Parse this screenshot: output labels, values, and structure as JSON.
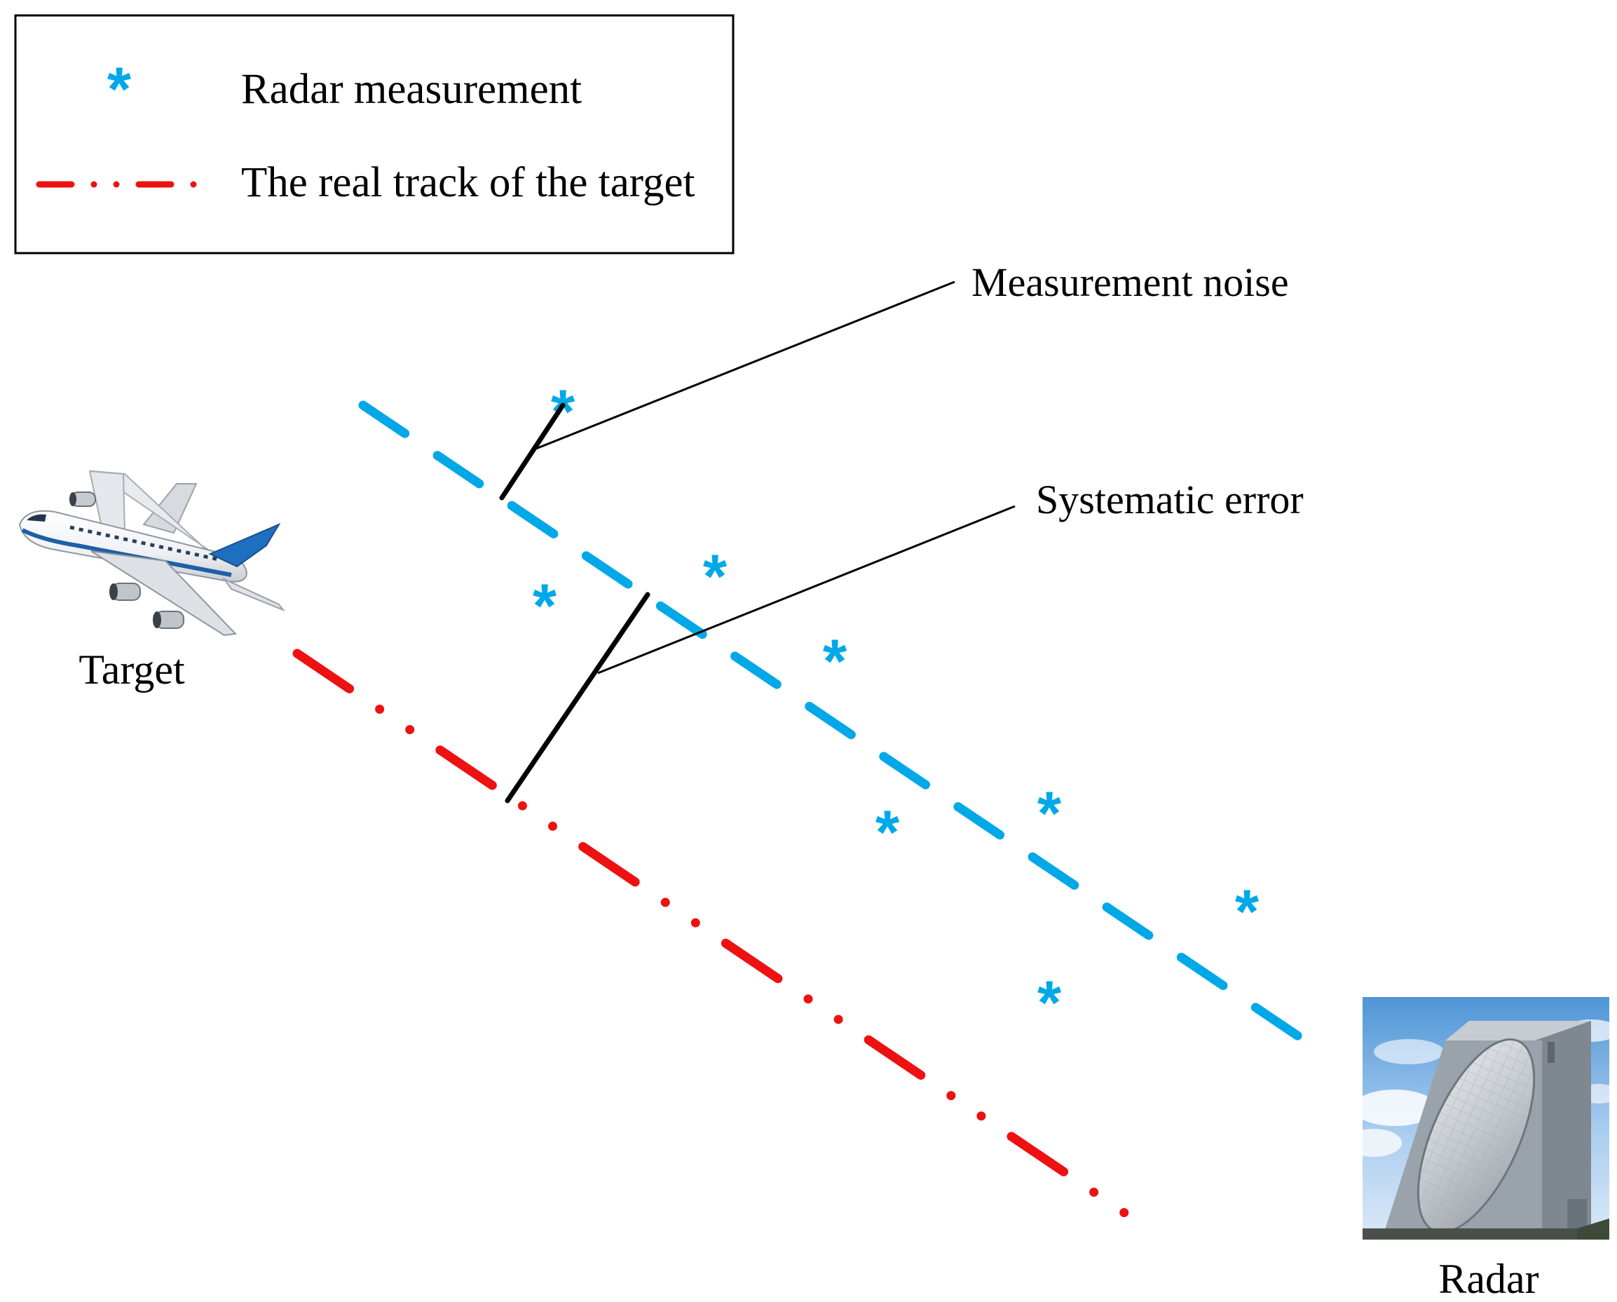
{
  "legend": {
    "items": [
      {
        "symbol": "*",
        "label": "Radar measurement"
      },
      {
        "symbol": "dash-dot-line",
        "label": "The real track of the target"
      }
    ]
  },
  "annotations": {
    "measurement_noise": "Measurement noise",
    "systematic_error": "Systematic error"
  },
  "labels": {
    "target": "Target",
    "radar": "Radar"
  },
  "measurement_symbol": "*",
  "icons": {
    "target": "airplane-icon",
    "radar": "radar-building-icon"
  },
  "colors": {
    "measurement": "#00a8e8",
    "real_track": "#ee1111",
    "annotation_line": "#000000"
  }
}
